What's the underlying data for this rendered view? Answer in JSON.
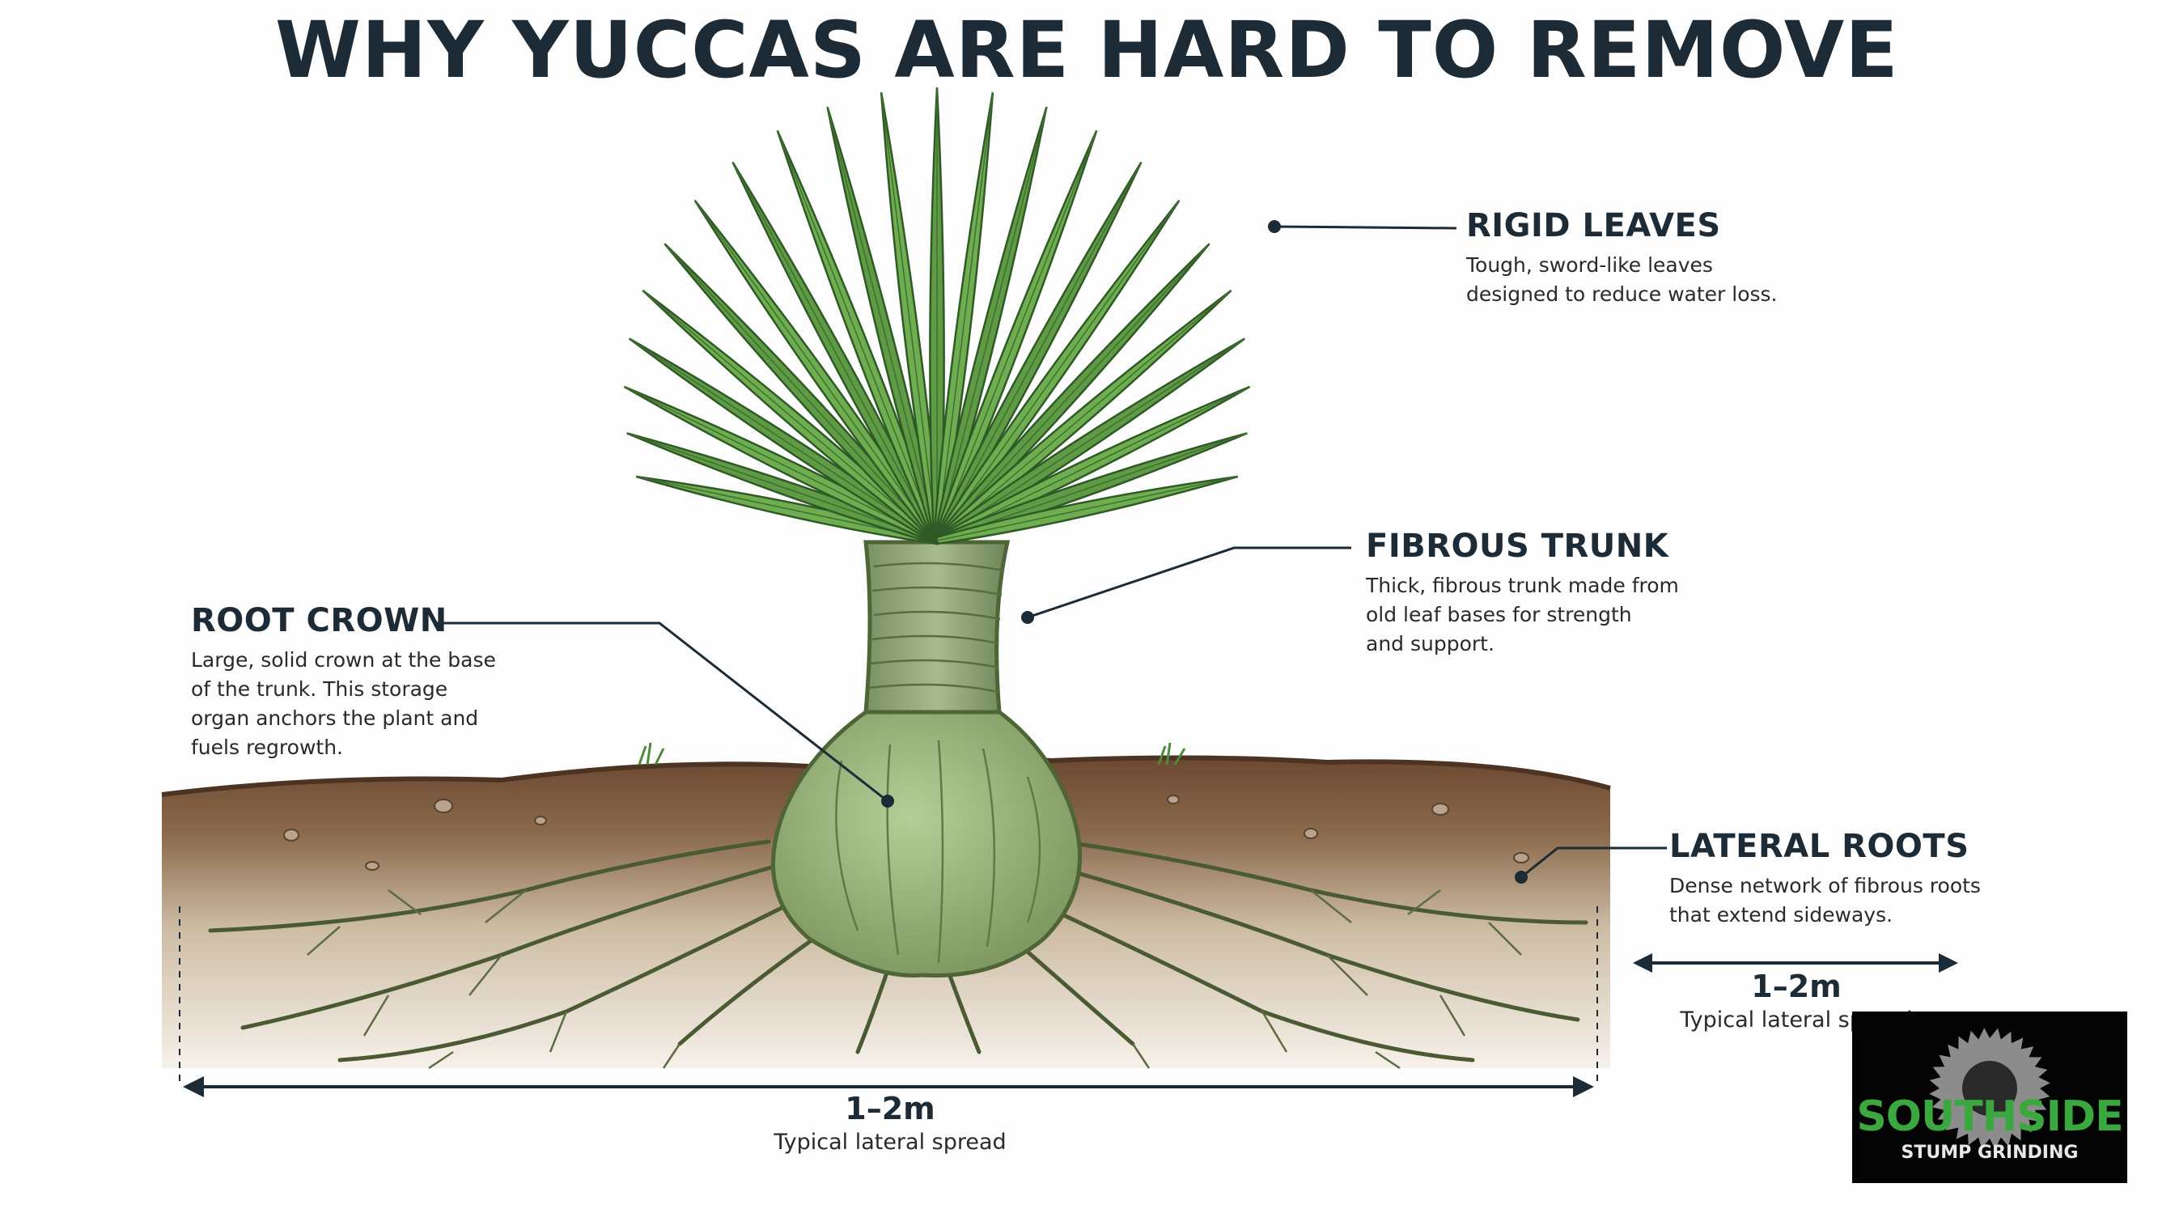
{
  "title": "WHY YUCCAS ARE HARD TO REMOVE",
  "callouts": {
    "rigid_leaves": {
      "heading": "RIGID LEAVES",
      "lines": [
        "Tough, sword-like leaves",
        "designed to reduce water loss."
      ]
    },
    "fibrous_trunk": {
      "heading": "FIBROUS TRUNK",
      "lines": [
        "Thick, fibrous trunk made from",
        "old leaf bases for strength",
        "and support."
      ]
    },
    "root_crown": {
      "heading": "ROOT CROWN",
      "lines": [
        "Large, solid crown at the base",
        "of the trunk. This storage",
        "organ anchors the plant and",
        "fuels regrowth."
      ]
    },
    "lateral_roots": {
      "heading": "LATERAL ROOTS",
      "lines": [
        "Dense network of fibrous roots",
        "that extend sideways."
      ]
    }
  },
  "dimensions": {
    "main": {
      "value": "1–2m",
      "caption": "Typical lateral spread"
    },
    "side": {
      "value": "1–2m",
      "caption": "Typical lateral spread"
    }
  },
  "logo": {
    "name": "SOUTHSIDE",
    "tagline": "STUMP GRINDING"
  },
  "colors": {
    "leaf": "#5f9a45",
    "leaf_dark": "#2f5a26",
    "trunk": "#8fa878",
    "crown": "#a9c289",
    "soil_top": "#6d4a31",
    "soil": "#d9ccb8",
    "root": "#4a5a32",
    "text": "#1c2b36",
    "logo_green": "#3aa83f"
  }
}
